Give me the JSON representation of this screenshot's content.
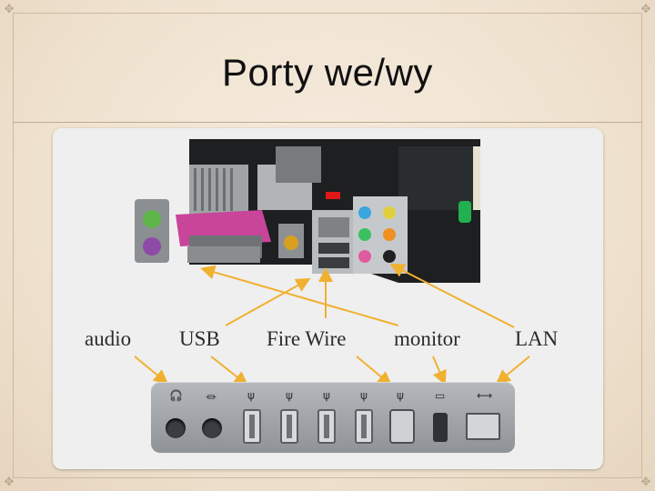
{
  "slide": {
    "title": "Porty we/wy"
  },
  "labels": {
    "audio": "audio",
    "usb": "USB",
    "firewire": "Fire Wire",
    "monitor": "monitor",
    "lan": "LAN"
  },
  "corners": {
    "glyph": "✥"
  },
  "panel": {
    "icons": [
      "🎧",
      "⏛",
      "ψ",
      "ψ",
      "ψ",
      "ψ",
      "ψ",
      "▭",
      "⟷"
    ]
  },
  "colors": {
    "arrow": "#f0b030",
    "board": "#1d1f20",
    "parallel": "#c8459a",
    "rule": "#bfa98d"
  }
}
